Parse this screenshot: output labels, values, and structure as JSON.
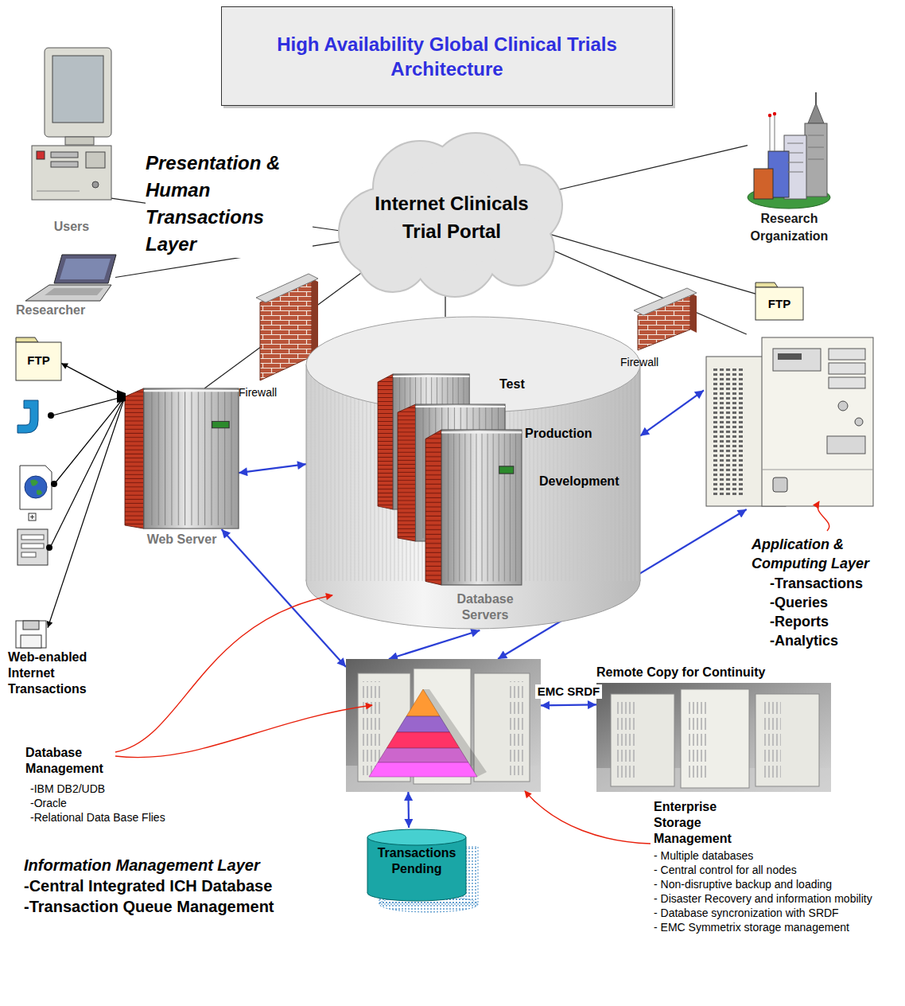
{
  "diagram": {
    "title": "High Availability Global Clinical Trials Architecture",
    "nodes": [
      {
        "text": [
          "Users"
        ]
      },
      {
        "text": [
          "Internet Clinicals Trial Portal"
        ]
      },
      {
        "text": [
          "Research Organization"
        ]
      },
      {
        "text": [
          "Researcher"
        ]
      },
      {
        "text": [
          "FTP"
        ]
      },
      {
        "text": [
          "FTP"
        ]
      },
      {
        "text": [
          "Web Server"
        ]
      },
      {
        "text": [
          "Test",
          "Production",
          "Development",
          "Database Servers"
        ]
      },
      {
        "text": []
      },
      {
        "text": [
          "Web-enabled Internet Transactions"
        ]
      },
      {
        "text": []
      },
      {
        "text": [
          "Remote Copy for Continuity"
        ]
      },
      {
        "text": [
          "Transactions Pending"
        ]
      }
    ],
    "edges": [
      {
        "from": 0,
        "to": 1,
        "arrow": "none"
      },
      {
        "from": 3,
        "to": 1,
        "arrow": "none"
      },
      {
        "from": 1,
        "to": 2,
        "arrow": "none"
      },
      {
        "from": 1,
        "to": 4,
        "arrow": "none"
      },
      {
        "from": 1,
        "to": 6,
        "arrow": "none"
      },
      {
        "from": 1,
        "to": 8,
        "arrow": "none"
      },
      {
        "from": 1,
        "to": 7,
        "arrow": "none"
      },
      {
        "from": 6,
        "to": 5,
        "arrow": "to"
      },
      {
        "from": 6,
        "to": 9,
        "arrow": "to"
      },
      {
        "from": 6,
        "to": 7,
        "arrow": "both"
      },
      {
        "from": 6,
        "to": 10,
        "arrow": "both"
      },
      {
        "from": 7,
        "to": 10,
        "arrow": "both"
      },
      {
        "from": 8,
        "to": 7,
        "arrow": "both"
      },
      {
        "from": 8,
        "to": 10,
        "arrow": "both"
      },
      {
        "from": 10,
        "to": 11,
        "arrow": "both",
        "label": "EMC SRDF"
      },
      {
        "from": 10,
        "to": 12,
        "arrow": "both"
      }
    ],
    "labels": [
      "Presentation & Human Transactions Layer",
      "Firewall",
      "Firewall",
      "Application & Computing Layer",
      "-Transactions",
      "-Queries",
      "-Reports",
      "-Analytics",
      "Database Management",
      "-IBM DB2/UDB",
      "-Oracle",
      "-Relational Data Base Flies",
      "Information Management Layer",
      "-Central Integrated ICH Database",
      "-Transaction Queue Management",
      "Enterprise Storage Management",
      "- Multiple databases",
      "- Central control for all nodes",
      "- Non-disruptive backup and loading",
      "- Disaster Recovery and information mobility",
      "- Database syncronization with SRDF",
      "- EMC Symmetrix storage management"
    ]
  }
}
